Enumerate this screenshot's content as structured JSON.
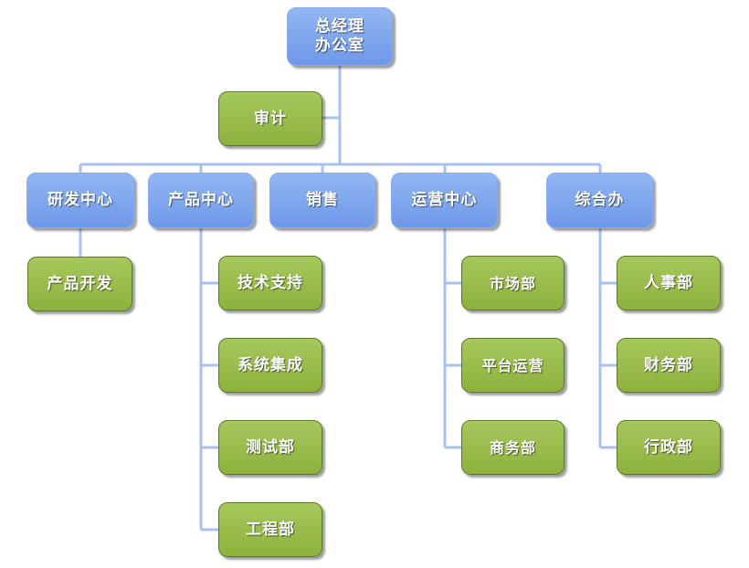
{
  "colors": {
    "blue_box": "#7ea3ee",
    "green_box": "#9abe4b",
    "connector": "#a9c1ee"
  },
  "nodes": {
    "gm_office": {
      "line1": "总经理",
      "line2": "办公室"
    },
    "audit": "审计",
    "rd_center": "研发中心",
    "product_center": "产品中心",
    "sales": "销售",
    "operations_center": "运营中心",
    "general_office": "综合办",
    "product_development": "产品开发",
    "tech_support": "技术支持",
    "system_integration": "系统集成",
    "testing_dept": "测试部",
    "engineering_dept": "工程部",
    "marketing_dept": "市场部",
    "platform_operations": "平台运营",
    "business_dept": "商务部",
    "hr_dept": "人事部",
    "finance_dept": "财务部",
    "admin_dept": "行政部"
  }
}
